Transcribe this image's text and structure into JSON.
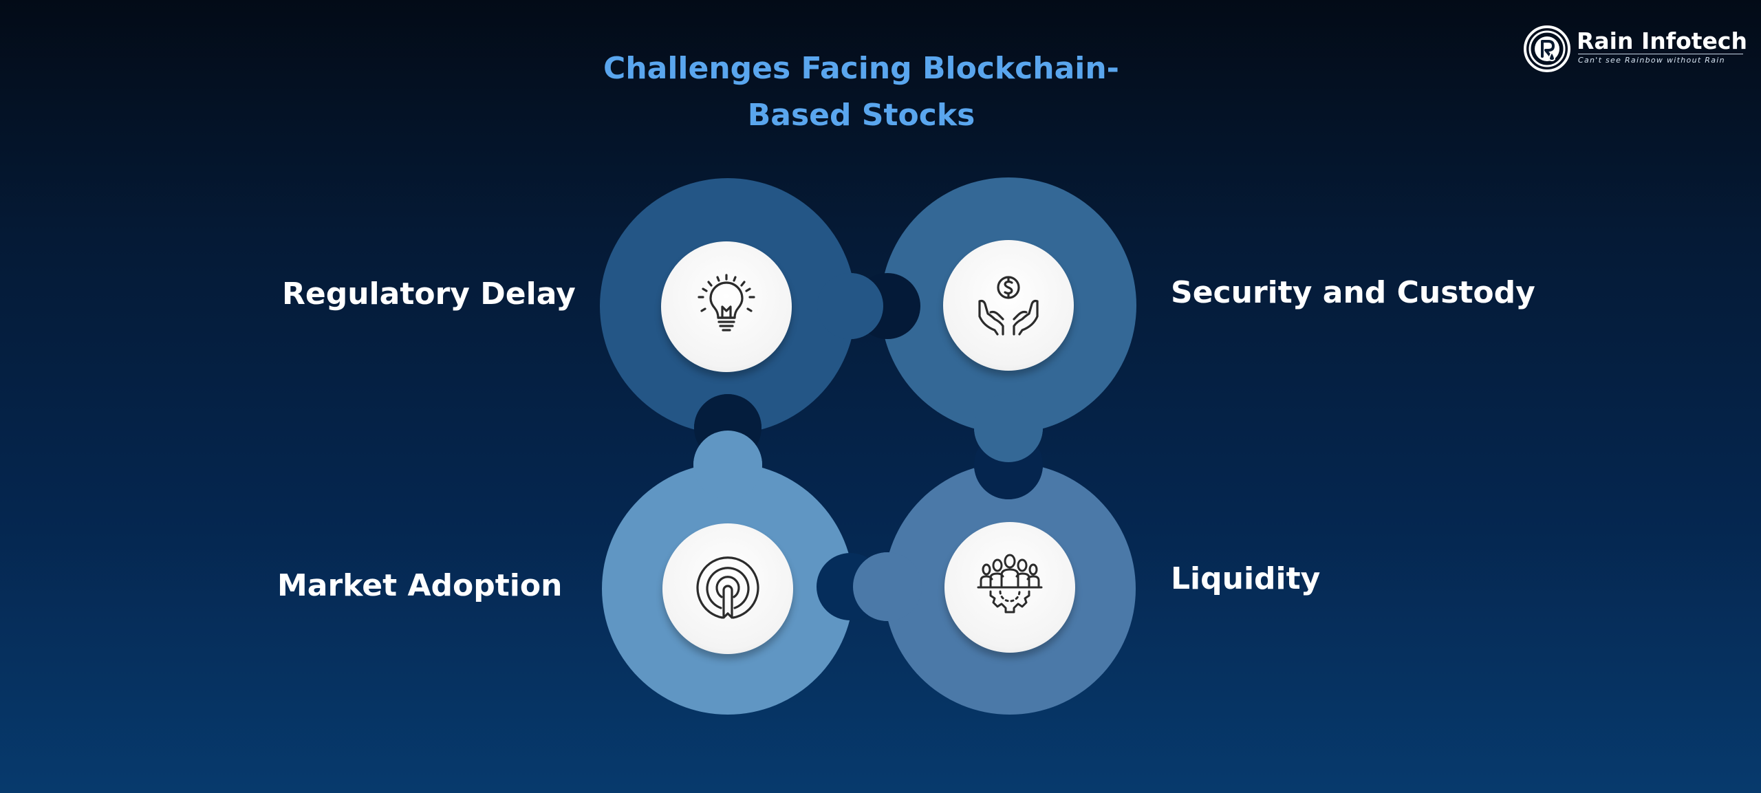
{
  "title": {
    "line1": "Challenges Facing Blockchain-",
    "line2": "Based Stocks"
  },
  "logo": {
    "name": "Rain Infotech",
    "tagline": "Can't see Rainbow without Rain"
  },
  "items": [
    {
      "label": "Regulatory Delay",
      "icon": "lightbulb-icon",
      "color": "#245686"
    },
    {
      "label": "Security and Custody",
      "icon": "hands-dollar-icon",
      "color": "#346896"
    },
    {
      "label": "Market Adoption",
      "icon": "target-ribbon-icon",
      "color": "#6096c3"
    },
    {
      "label": "Liquidity",
      "icon": "team-gear-icon",
      "color": "#4b79a8"
    }
  ],
  "colors": {
    "title": "#5aa6ee",
    "background_top": "#030b17",
    "background_bottom": "#073a6d",
    "icon_stroke": "#2b2b2b"
  }
}
